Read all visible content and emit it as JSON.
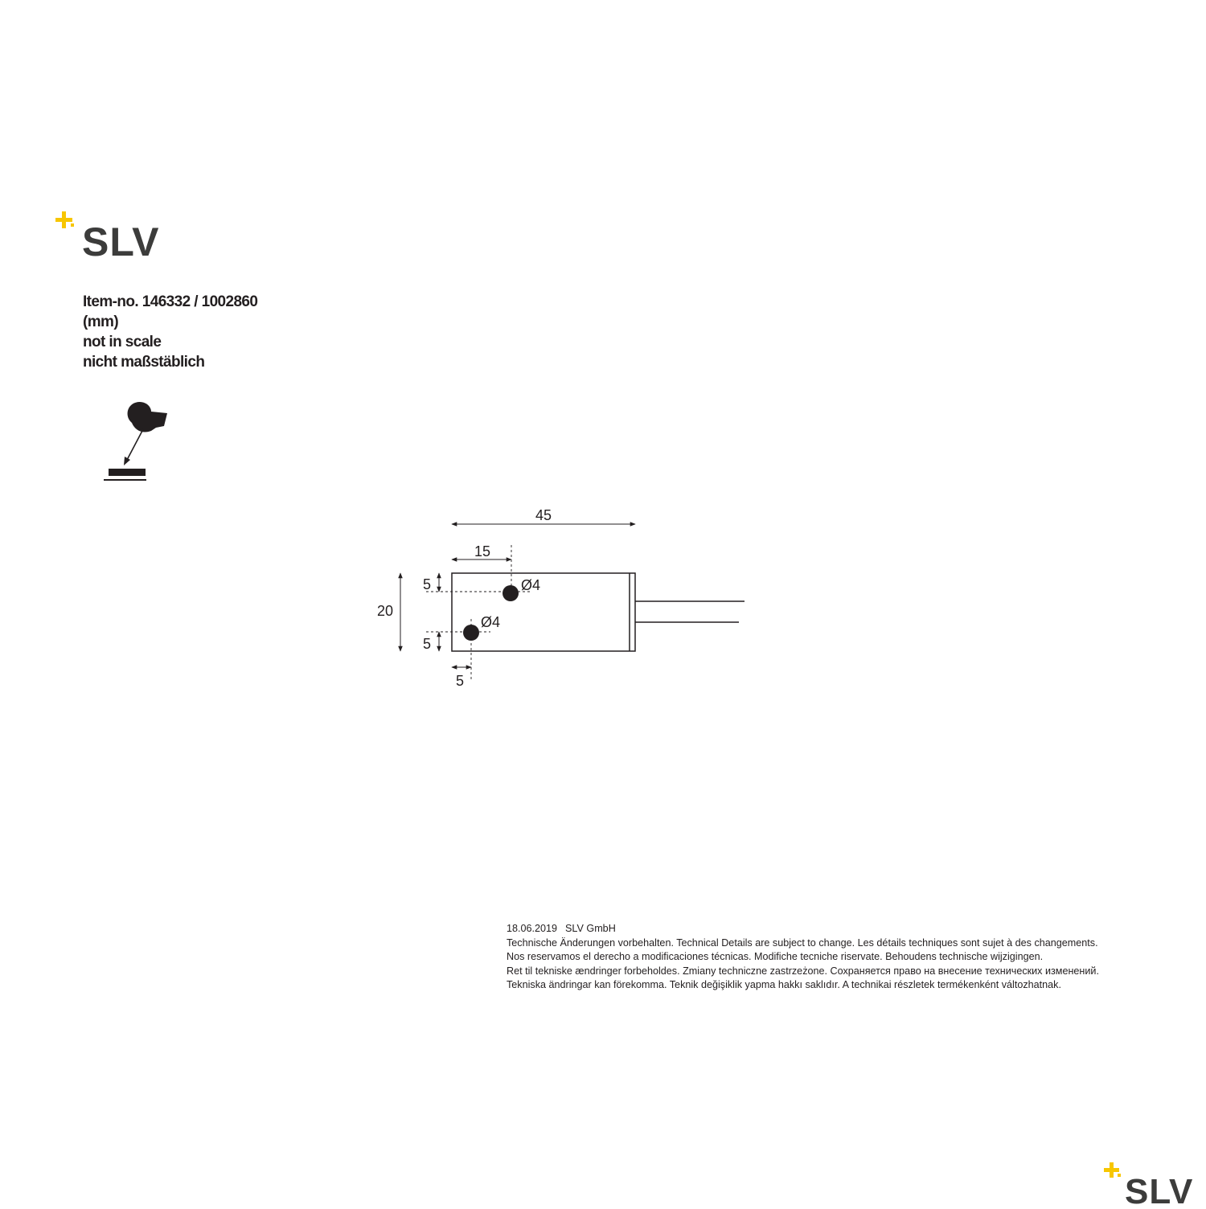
{
  "brand": {
    "name": "SLV",
    "accent_color": "#f7c600",
    "text_color": "#3c3c3b"
  },
  "info": {
    "item_no": "Item-no. 146332 / 1002860",
    "unit": "(mm)",
    "scale_en": "not in scale",
    "scale_de": "nicht maßstäblich"
  },
  "icons": {
    "mounting": "surface-mount-icon",
    "logo": "slv-logo-icon"
  },
  "drawing": {
    "dim_length": "45",
    "dim_hole_offset_x": "15",
    "dim_height": "20",
    "dim_top_offset": "5",
    "dim_bottom_offset": "5",
    "dim_left_offset": "5",
    "hole_diameter_1": "Ø4",
    "hole_diameter_2": "Ø4"
  },
  "footer": {
    "date": "18.06.2019",
    "company": "SLV GmbH",
    "lines": [
      "Technische Änderungen vorbehalten. Technical Details are subject to change. Les détails techniques sont sujet à des changements.",
      "Nos reservamos el derecho a modificaciones técnicas. Modifiche tecniche riservate. Behoudens technische wijzigingen.",
      "Ret til tekniske ændringer forbeholdes. Zmiany techniczne zastrzeżone. Сохраняется право на внесение технических изменений.",
      "Tekniska ändringar kan förekomma. Teknik değişiklik yapma hakkı saklıdır. A technikai részletek termékenként változhatnak."
    ]
  }
}
